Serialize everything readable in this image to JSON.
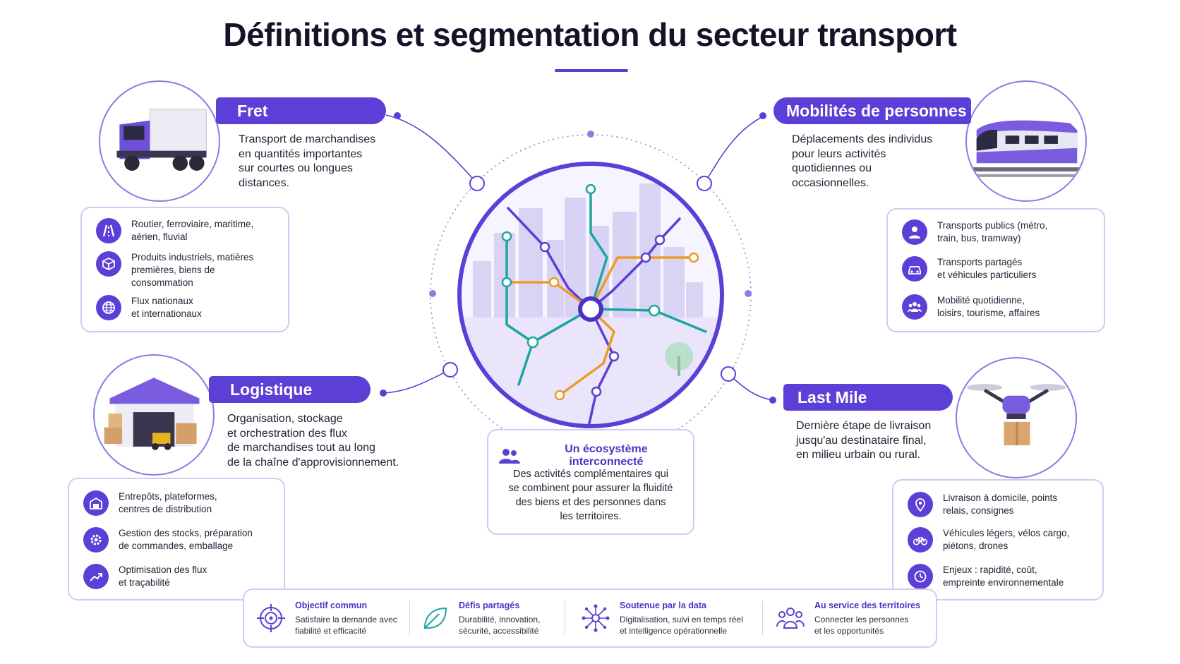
{
  "title": "Définitions et segmentation du secteur transport",
  "colors": {
    "primary": "#5b3fd6",
    "accent_orange": "#ef9a26",
    "accent_teal": "#1fa5a0",
    "card_border": "#d2c9f5"
  },
  "fret": {
    "label": "Fret",
    "description": [
      "Transport de marchandises",
      "en quantités importantes",
      "sur courtes ou longues",
      "distances."
    ],
    "items": [
      {
        "icon": "road-icon",
        "lines": [
          "Routier, ferroviaire, maritime,",
          "aérien, fluvial"
        ]
      },
      {
        "icon": "box-icon",
        "lines": [
          "Produits industriels, matières",
          "premières, biens de",
          "consommation"
        ]
      },
      {
        "icon": "globe-icon",
        "lines": [
          "Flux nationaux",
          "et internationaux"
        ]
      }
    ]
  },
  "mobilites": {
    "label": "Mobilités de personnes",
    "description": [
      "Déplacements des individus",
      "pour leurs activités",
      "quotidiennes ou",
      "occasionnelles."
    ],
    "items": [
      {
        "icon": "person-icon",
        "lines": [
          "Transports publics (métro,",
          "train, bus, tramway)"
        ]
      },
      {
        "icon": "car-icon",
        "lines": [
          "Transports partagés",
          "et véhicules particuliers"
        ]
      },
      {
        "icon": "group-icon",
        "lines": [
          "Mobilité quotidienne,",
          "loisirs, tourisme, affaires"
        ]
      }
    ]
  },
  "logistique": {
    "label": "Logistique",
    "description": [
      "Organisation, stockage",
      "et orchestration des flux",
      "de marchandises tout au long",
      "de la chaîne d'approvisionnement."
    ],
    "items": [
      {
        "icon": "warehouse-icon",
        "lines": [
          "Entrepôts, plateformes,",
          "centres de distribution"
        ]
      },
      {
        "icon": "gear-icon",
        "lines": [
          "Gestion des stocks, préparation",
          "de commandes, emballage"
        ]
      },
      {
        "icon": "trend-icon",
        "lines": [
          "Optimisation des flux",
          "et traçabilité"
        ]
      }
    ]
  },
  "lastmile": {
    "label": "Last Mile",
    "description": [
      "Dernière étape de livraison",
      "jusqu'au destinataire final,",
      "en milieu urbain ou rural."
    ],
    "items": [
      {
        "icon": "location-pin-icon",
        "lines": [
          "Livraison à domicile, points",
          "relais, consignes"
        ]
      },
      {
        "icon": "bicycle-icon",
        "lines": [
          "Véhicules légers, vélos cargo,",
          "piétons, drones"
        ]
      },
      {
        "icon": "clock-icon",
        "lines": [
          "Enjeux : rapidité, coût,",
          "empreinte environnementale"
        ]
      }
    ]
  },
  "ecosystem": {
    "title": "Un écosystème interconnecté",
    "text": [
      "Des activités complémentaires qui",
      "se combinent pour assurer la fluidité",
      "des biens et des personnes dans",
      "les territoires."
    ]
  },
  "bottom": [
    {
      "icon": "target-icon",
      "title": "Objectif commun",
      "lines": [
        "Satisfaire la demande avec",
        "fiabilité et efficacité"
      ]
    },
    {
      "icon": "leaf-icon",
      "title": "Défis partagés",
      "lines": [
        "Durabilité, innovation,",
        "sécurité, accessibilité"
      ]
    },
    {
      "icon": "network-icon",
      "title": "Soutenue par la data",
      "lines": [
        "Digitalisation, suivi en temps réel",
        "et intelligence opérationnelle"
      ]
    },
    {
      "icon": "community-icon",
      "title": "Au service des territoires",
      "lines": [
        "Connecter les personnes",
        "et les opportunités"
      ]
    }
  ]
}
